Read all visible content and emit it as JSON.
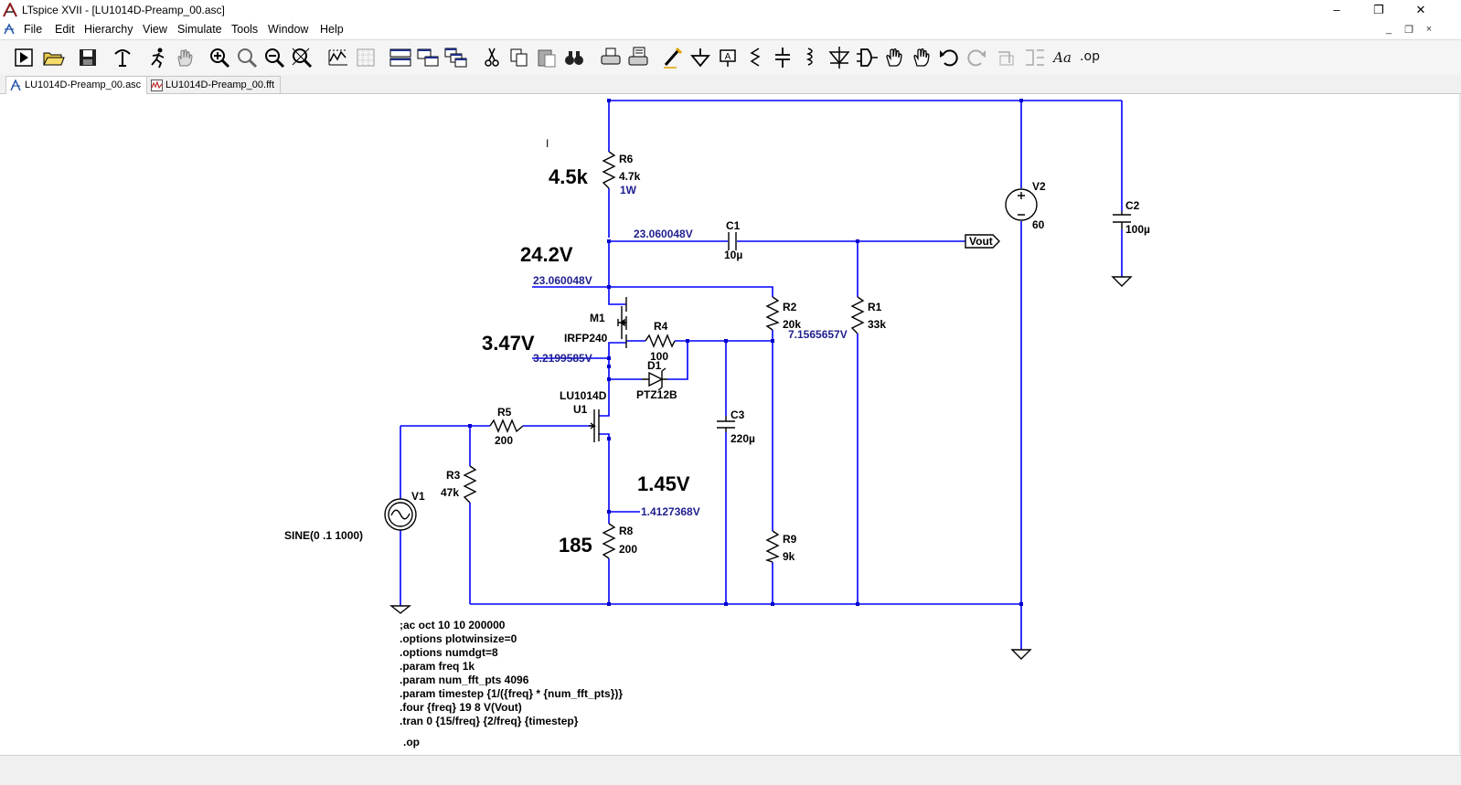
{
  "window": {
    "title": "LTspice XVII - [LU1014D-Preamp_00.asc]",
    "minimize_glyph": "–",
    "restore_glyph": "❐",
    "close_glyph": "✕"
  },
  "menu": {
    "items": [
      "File",
      "Edit",
      "Hierarchy",
      "View",
      "Simulate",
      "Tools",
      "Window",
      "Help"
    ],
    "mdi_minimize": "_",
    "mdi_restore": "❐",
    "mdi_close": "×"
  },
  "toolbar": {
    "buttons": [
      "run-icon",
      "open-icon",
      "save-icon",
      "control-panel-icon",
      "halt-icon",
      "pan-icon",
      "zoom-in-icon",
      "zoom-pan-icon",
      "zoom-out-icon",
      "zoom-fit-icon",
      "autorange-icon",
      "grid-icon",
      "tile-horizontal-icon",
      "tile-vertical-icon",
      "cascade-icon",
      "cut-icon",
      "copy-icon",
      "paste-icon",
      "find-icon",
      "print-icon",
      "print-setup-icon",
      "wire-icon",
      "ground-icon",
      "label-net-icon",
      "resistor-icon",
      "capacitor-icon",
      "inductor-icon",
      "diode-icon",
      "component-icon",
      "move-icon",
      "drag-icon",
      "undo-icon",
      "redo-icon",
      "rotate-icon",
      "mirror-icon",
      "text-icon",
      "spice-directive-icon"
    ],
    "text_label": "Aa",
    "op_label": ".op"
  },
  "tabs": [
    {
      "label": "LU1014D-Preamp_00.asc",
      "active": true,
      "icon": "schematic-icon"
    },
    {
      "label": "LU1014D-Preamp_00.fft",
      "active": false,
      "icon": "waveform-icon"
    }
  ],
  "colors": {
    "wire": "#0000ff",
    "node": "#0000cc",
    "voltage_label": "#1f1f8f",
    "component": "#000000",
    "window_bg": "#ffffff"
  },
  "schematic": {
    "components": {
      "r6": {
        "name": "R6",
        "value": "4.7k",
        "extra": "1W"
      },
      "v2": {
        "name": "V2",
        "value": "60"
      },
      "c2": {
        "name": "C2",
        "value": "100µ"
      },
      "c1": {
        "name": "C1",
        "value": "10µ"
      },
      "r2": {
        "name": "R2",
        "value": "20k"
      },
      "r1": {
        "name": "R1",
        "value": "33k"
      },
      "m1": {
        "name": "M1",
        "value": "IRFP240"
      },
      "r4": {
        "name": "R4",
        "value": "100"
      },
      "d1": {
        "name": "D1",
        "value": "PTZ12B"
      },
      "u1": {
        "name": "U1",
        "value": "LU1014D"
      },
      "r5": {
        "name": "R5",
        "value": "200"
      },
      "c3": {
        "name": "C3",
        "value": "220µ"
      },
      "r3": {
        "name": "R3",
        "value": "47k"
      },
      "v1": {
        "name": "V1",
        "value": "SINE(0 .1 1000)"
      },
      "r8": {
        "name": "R8",
        "value": "200"
      },
      "r9": {
        "name": "R9",
        "value": "9k"
      }
    },
    "net_label": "Vout",
    "node_voltages": {
      "out_node": "23.060048V",
      "drain_node": "23.060048V",
      "gate_node": "7.1565657V",
      "source_node": "3.2199585V",
      "jfet_source": "1.4127368V"
    },
    "annotations": {
      "r6_note": "4.5k",
      "top_node": "24.2V",
      "mid_node": "3.47V",
      "low_node": "1.45V",
      "r8_note": "185",
      "cursor": "I"
    },
    "directives": [
      ";ac oct 10 10 200000",
      ".options plotwinsize=0",
      ".options numdgt=8",
      ".param freq 1k",
      ".param num_fft_pts 4096",
      ".param timestep {1/({freq} * {num_fft_pts})}",
      ".four {freq} 19 8 V(Vout)",
      ".tran 0 {15/freq} {2/freq} {timestep}"
    ],
    "op_directive": ".op"
  }
}
